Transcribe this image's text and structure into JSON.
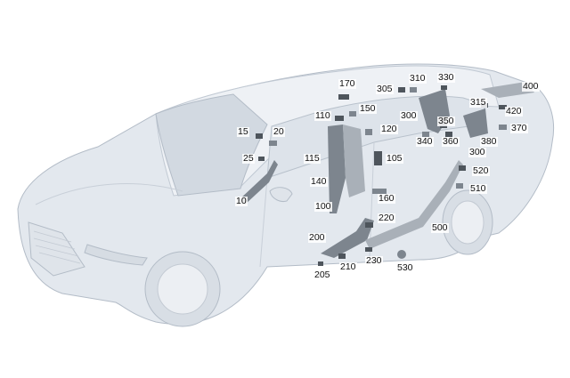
{
  "diagram": {
    "colors": {
      "body": "#e3e8ee",
      "glass": "#d2d9e1",
      "outline": "#b3bcc7",
      "part": "#7d858e",
      "part_dark": "#4e555c",
      "part_light": "#a9b0b8"
    },
    "callouts": [
      {
        "id": "c10",
        "label": "10"
      },
      {
        "id": "c15",
        "label": "15"
      },
      {
        "id": "c20",
        "label": "20"
      },
      {
        "id": "c25",
        "label": "25"
      },
      {
        "id": "c100",
        "label": "100"
      },
      {
        "id": "c105",
        "label": "105"
      },
      {
        "id": "c110",
        "label": "110"
      },
      {
        "id": "c115",
        "label": "115"
      },
      {
        "id": "c120",
        "label": "120"
      },
      {
        "id": "c140",
        "label": "140"
      },
      {
        "id": "c150",
        "label": "150"
      },
      {
        "id": "c160",
        "label": "160"
      },
      {
        "id": "c170",
        "label": "170"
      },
      {
        "id": "c200",
        "label": "200"
      },
      {
        "id": "c205",
        "label": "205"
      },
      {
        "id": "c210",
        "label": "210"
      },
      {
        "id": "c220",
        "label": "220"
      },
      {
        "id": "c230",
        "label": "230"
      },
      {
        "id": "c300a",
        "label": "300"
      },
      {
        "id": "c300b",
        "label": "300"
      },
      {
        "id": "c305",
        "label": "305"
      },
      {
        "id": "c310",
        "label": "310"
      },
      {
        "id": "c315",
        "label": "315"
      },
      {
        "id": "c330",
        "label": "330"
      },
      {
        "id": "c340",
        "label": "340"
      },
      {
        "id": "c350",
        "label": "350"
      },
      {
        "id": "c360",
        "label": "360"
      },
      {
        "id": "c370",
        "label": "370"
      },
      {
        "id": "c380",
        "label": "380"
      },
      {
        "id": "c400",
        "label": "400"
      },
      {
        "id": "c420",
        "label": "420"
      },
      {
        "id": "c500",
        "label": "500"
      },
      {
        "id": "c510",
        "label": "510"
      },
      {
        "id": "c520",
        "label": "520"
      },
      {
        "id": "c530",
        "label": "530"
      }
    ]
  }
}
